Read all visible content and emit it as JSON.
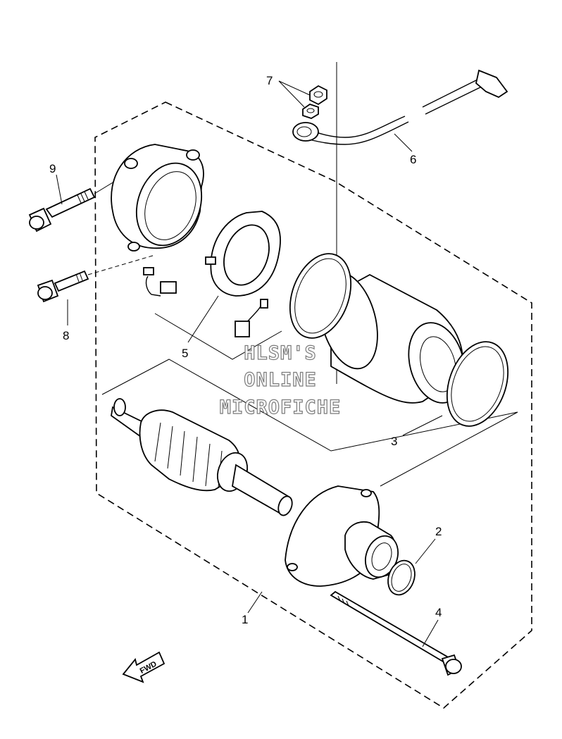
{
  "callouts": {
    "c1": "1",
    "c2": "2",
    "c3": "3",
    "c4": "4",
    "c5": "5",
    "c6": "6",
    "c7": "7",
    "c8": "8",
    "c9": "9"
  },
  "watermark": {
    "line1": "HLSM'S",
    "line2": "ONLINE",
    "line3": "MICROFICHE"
  },
  "fwd_label": "FWD"
}
